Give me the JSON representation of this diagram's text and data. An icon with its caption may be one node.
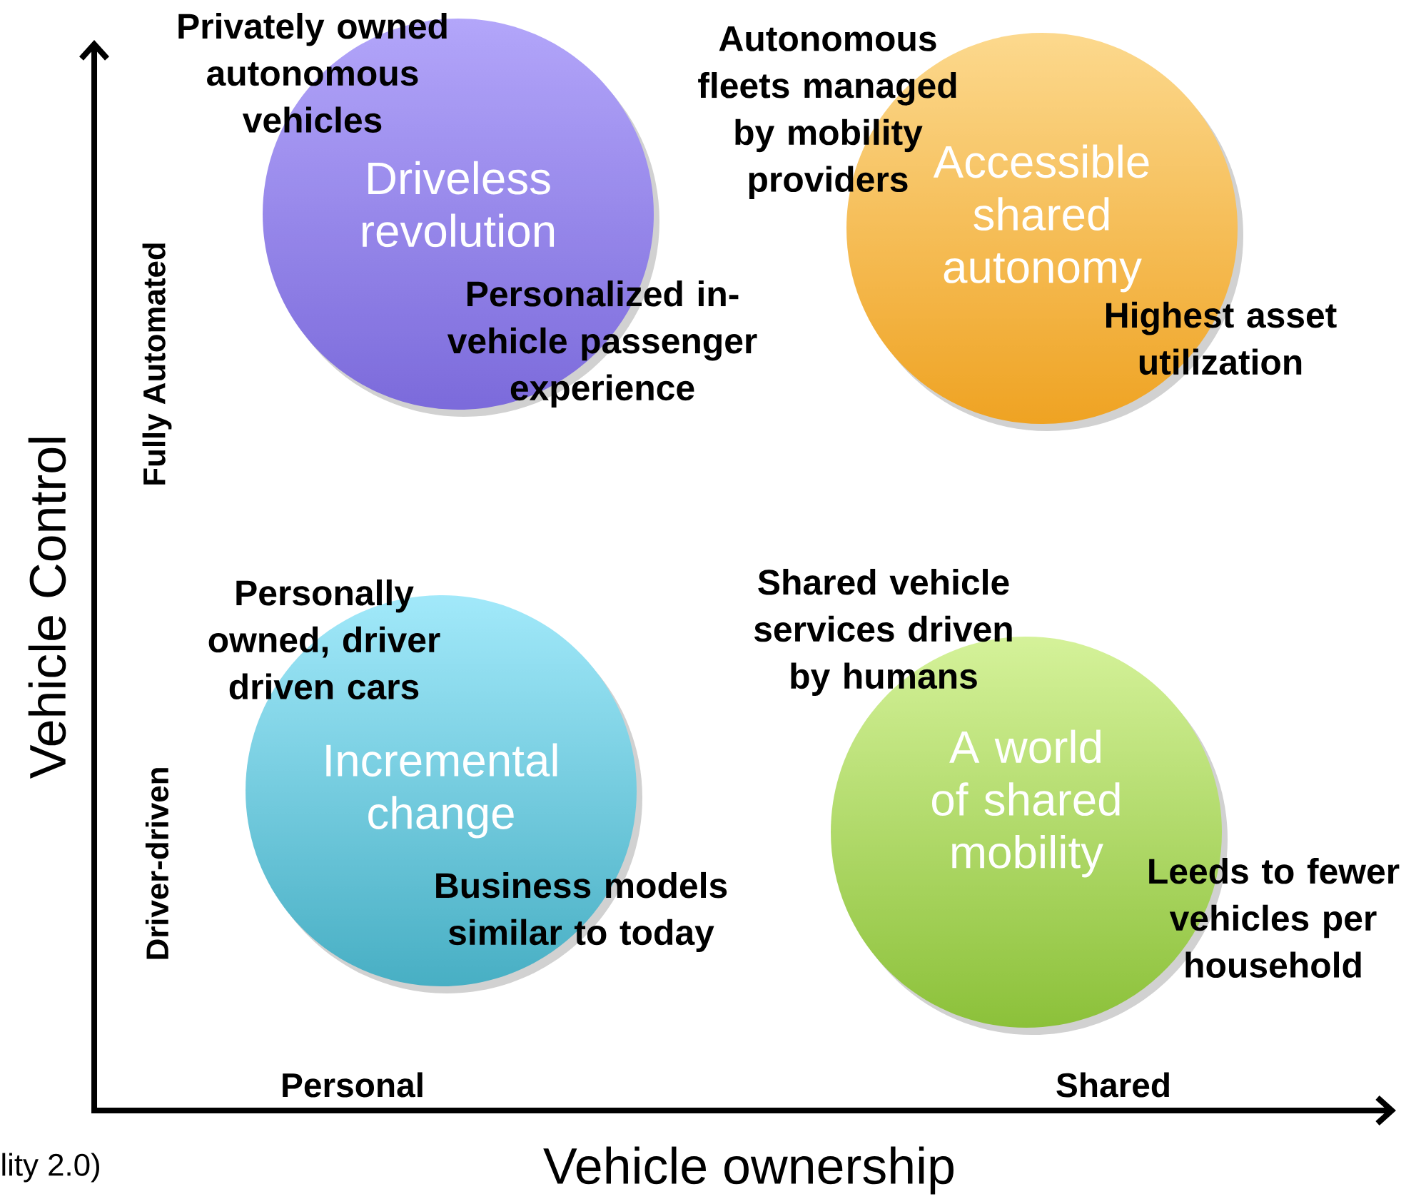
{
  "diagram": {
    "nodes": [
      {
        "text": [
          "Privately owned autonomous vehicles",
          "Driveless revolution",
          "Personalized in-vehicle passenger experience"
        ]
      },
      {
        "text": [
          "Autonomous fleets managed by mobility providers",
          "Accessible shared autonomy",
          "Highest asset utilization"
        ]
      },
      {
        "text": [
          "Personally owned, driver driven cars",
          "Incremental change",
          "Business models similar to today"
        ]
      },
      {
        "text": [
          "Shared vehicle services driven by humans",
          "A world of shared mobility",
          "Leeds to fewer vehicles per household"
        ]
      }
    ],
    "labels": [
      "Vehicle Control",
      "Fully Automated",
      "Driver-driven",
      "Personal",
      "Shared",
      "lity 2.0)",
      "Vehicle ownership"
    ]
  }
}
